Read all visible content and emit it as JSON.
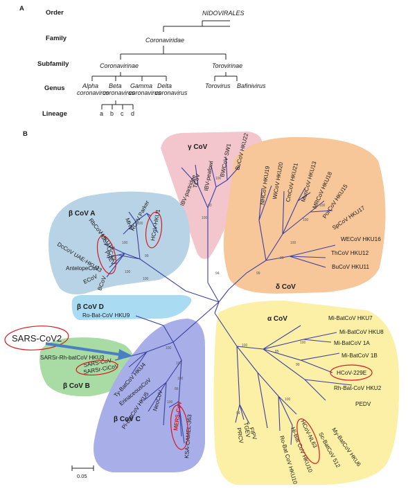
{
  "panel_a": {
    "label": "A",
    "ranks": [
      "Order",
      "Family",
      "Subfamily",
      "Genus",
      "Lineage"
    ],
    "order": "NIDOVIRALES",
    "family": "Coronaviridae",
    "subfamilies": [
      "Coronavirinae",
      "Torovirinae"
    ],
    "genera_1": [
      "Alpha",
      "Beta",
      "Gamma",
      "Delta",
      "Torovirus",
      "Bafinivirus"
    ],
    "genera_2": [
      "coronavirus",
      "coronavirus",
      "coronavirus",
      "coronavirus"
    ],
    "lineages": [
      "a",
      "b",
      "c",
      "d"
    ]
  },
  "panel_b": {
    "label": "B",
    "groups": {
      "gamma": "γ CoV",
      "delta": "δ CoV",
      "alpha": "α CoV",
      "beta_a": "β CoV A",
      "beta_b": "β CoV B",
      "beta_c": "β CoV C",
      "beta_d": "β CoV D"
    },
    "callout": "SARS-CoV2",
    "scale": "0.05",
    "colors": {
      "gamma": "#f2c6cc",
      "delta": "#f7c79a",
      "alpha": "#fbf0a6",
      "beta_a": "#b8d2e6",
      "beta_b": "#a9dba4",
      "beta_c": "#a7aee8",
      "beta_d": "#a9dcf3",
      "branch": "#3a3fa0",
      "highlight": "#d7191c",
      "arrow": "#4a7fc0"
    },
    "leaves": {
      "gamma": [
        "IBV-partridge",
        "TCoV",
        "IBV-peafowl",
        "BWCoV SW1",
        "BuCoV HKU22"
      ],
      "delta": [
        "NHCoV HKU19",
        "WiCoV HKU20",
        "CmCoV HKU21",
        "MunCoV HKU13",
        "MRCoV HKU18",
        "PorCoV HKU15",
        "SpCoV HKU17",
        "WECoV HKU16",
        "ThCoV HKU12",
        "BuCoV HKU11"
      ],
      "alpha": [
        "Mi-BatCoV HKU7",
        "Mi-BatCoV HKU8",
        "Mi-BatCoV 1A",
        "Mi-BatCoV 1B",
        "HCoV-229E",
        "Rh-Bat-CoV HKU2",
        "PEDV",
        "My-BatCoV HKU6",
        "Sc-BatCoV 512",
        "HCoV-NL63",
        "Hi-Bat CoV HKU10",
        "Ro-Bat CoV HKU10",
        "FIPV",
        "PRCV",
        "TGEV"
      ],
      "beta_a": [
        "DcCoV UAE-HKU23",
        "RbCoV HKU14",
        "HCoV-OC43",
        "PHEV",
        "MHV",
        "RCoV Parker",
        "HCoV-HKU1",
        "AntelopeCoV",
        "ECoV",
        "BCoV"
      ],
      "beta_d": [
        "Ro-Bat-CoV HKU9"
      ],
      "beta_b": [
        "SARSr-Rh-batCoV HKU3",
        "SARS-CoV",
        "SARSr-CiCoV"
      ],
      "beta_c": [
        "Ty-BatCoV HKU4",
        "ErinaceousCoV",
        "Pi-BatCoV HKU5",
        "NeoCoV",
        "MERS-CoV",
        "KSA-CAMEL-363"
      ]
    },
    "bootstrap": [
      "100",
      "93",
      "100",
      "100",
      "100",
      "100",
      "96",
      "99",
      "94",
      "100",
      "99",
      "100",
      "100",
      "100",
      "100",
      "100",
      "86",
      "100",
      "85",
      "100",
      "94",
      "100",
      "99",
      "100",
      "100"
    ]
  }
}
